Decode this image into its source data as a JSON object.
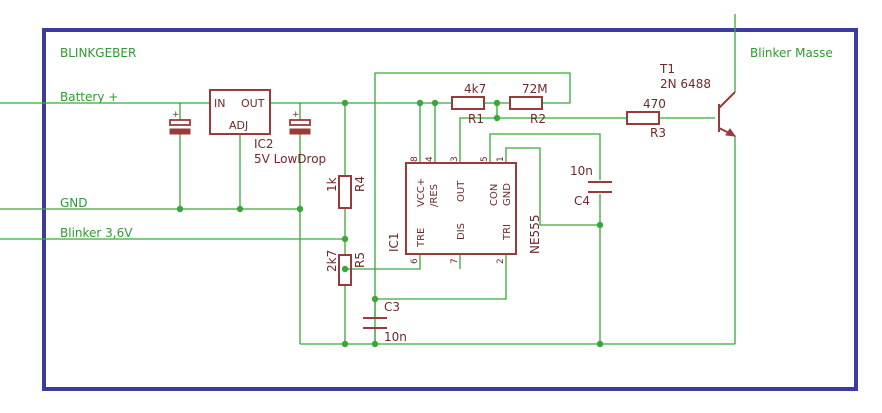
{
  "colors": {
    "frame": "#3b3ba0",
    "wire": "#39a839",
    "symbol": "#9a3b3b",
    "text_green": "#2f9a2f",
    "text_red": "#6e2a2a"
  },
  "labels": {
    "title": "BLINKGEBER",
    "blinker_masse": "Blinker Masse",
    "battery": "Battery +",
    "gnd": "GND",
    "blinker36": "Blinker 3,6V"
  },
  "ic2": {
    "ref": "IC2",
    "value": "5V LowDrop",
    "pin_in": "IN",
    "pin_out": "OUT",
    "pin_adj": "ADJ"
  },
  "ic1": {
    "ref": "IC1",
    "value": "NE555",
    "pin_names": {
      "tre": "TRE",
      "vcc": "VCC+",
      "res": "/RES",
      "out": "OUT",
      "con": "CON",
      "gnd": "GND",
      "dis": "DIS",
      "tri": "TRI"
    },
    "pin_numbers": {
      "p8": "8",
      "p4": "4",
      "p3": "3",
      "p5": "5",
      "p1": "1",
      "p6": "6",
      "p7": "7",
      "p2": "2"
    }
  },
  "resistors": {
    "r1": {
      "ref": "R1",
      "value": "4k7"
    },
    "r2": {
      "ref": "R2",
      "value": "72M"
    },
    "r3": {
      "ref": "R3",
      "value": "470"
    },
    "r4": {
      "ref": "R4",
      "value": "1k"
    },
    "r5": {
      "ref": "R5",
      "value": "2k7"
    }
  },
  "capacitors": {
    "c3": {
      "ref": "C3",
      "value": "10n"
    },
    "c4": {
      "ref": "C4",
      "value": "10n"
    },
    "plus_sign": "+"
  },
  "transistor": {
    "ref": "T1",
    "value": "2N 6488"
  }
}
